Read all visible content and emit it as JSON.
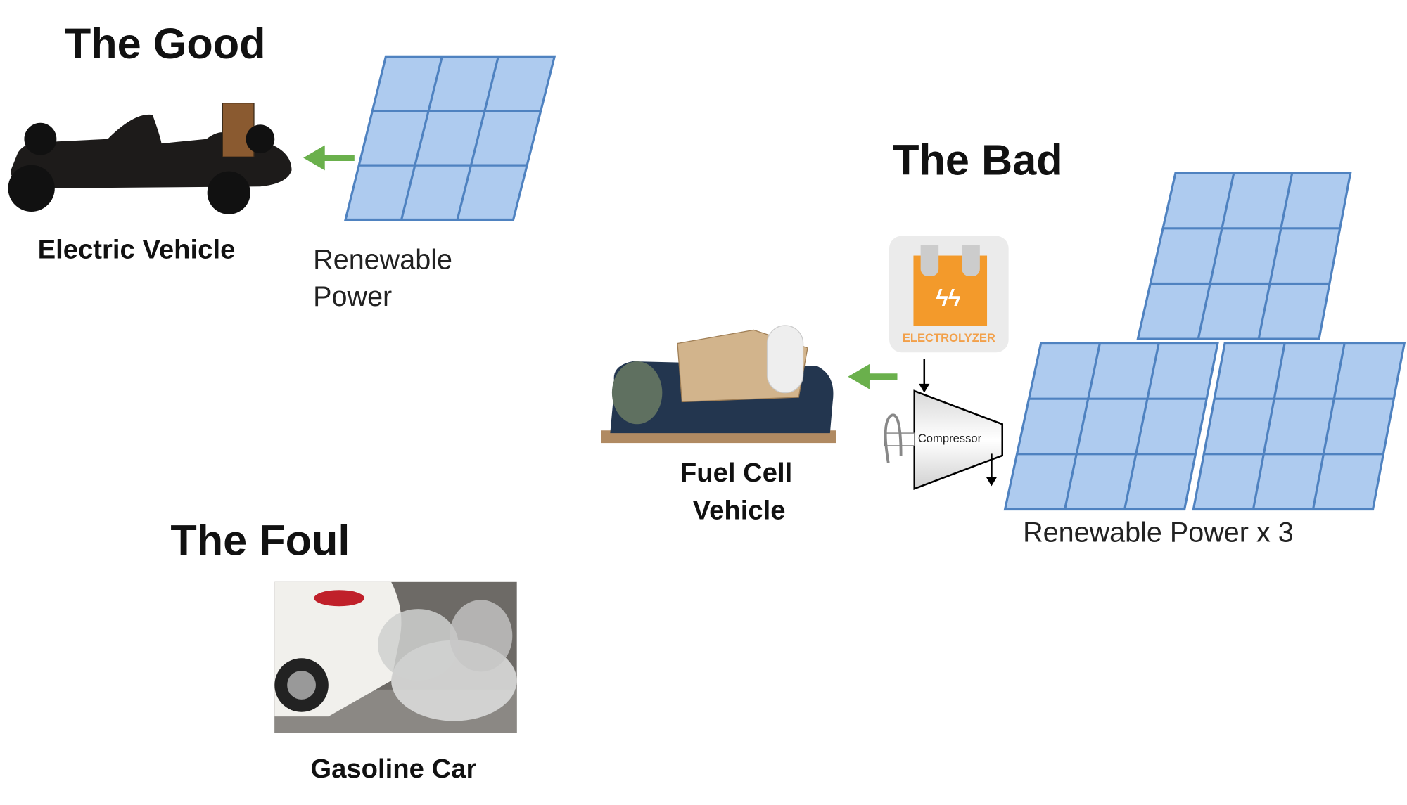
{
  "sections": {
    "good": {
      "title": "The Good",
      "vehicle_label": "Electric Vehicle",
      "source_label_line1": "Renewable",
      "source_label_line2": "Power"
    },
    "bad": {
      "title": "The Bad",
      "vehicle_label_line1": "Fuel Cell",
      "vehicle_label_line2": "Vehicle",
      "electrolyzer_label": "ELECTROLYZER",
      "compressor_label": "Compressor",
      "source_label": "Renewable  Power x 3"
    },
    "foul": {
      "title": "The Foul",
      "vehicle_label": "Gasoline Car"
    }
  },
  "colors": {
    "panel_fill": "#aecbef",
    "panel_stroke": "#4f82c0",
    "arrow": "#6ab04c",
    "electrolyzer": "#f39a2b"
  }
}
